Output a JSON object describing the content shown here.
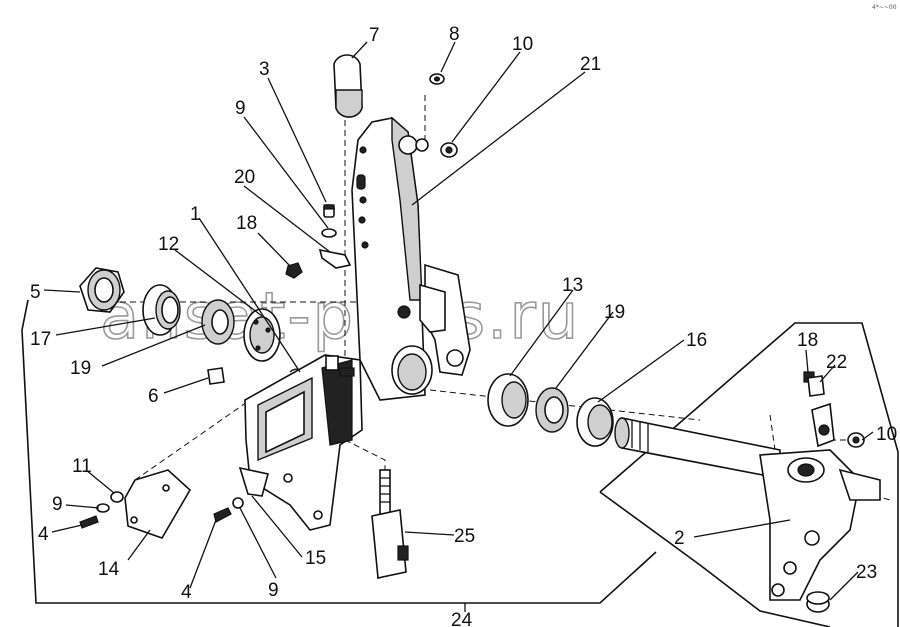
{
  "watermark": "ansat-parts.ru",
  "corner_ref": "4*~~00",
  "callouts": [
    {
      "id": "c7",
      "text": "7"
    },
    {
      "id": "c8",
      "text": "8"
    },
    {
      "id": "c10a",
      "text": "10"
    },
    {
      "id": "c21",
      "text": "21"
    },
    {
      "id": "c3",
      "text": "3"
    },
    {
      "id": "c9a",
      "text": "9"
    },
    {
      "id": "c20",
      "text": "20"
    },
    {
      "id": "c1",
      "text": "1"
    },
    {
      "id": "c18a",
      "text": "18"
    },
    {
      "id": "c12",
      "text": "12"
    },
    {
      "id": "c5",
      "text": "5"
    },
    {
      "id": "c17",
      "text": "17"
    },
    {
      "id": "c19a",
      "text": "19"
    },
    {
      "id": "c6",
      "text": "6"
    },
    {
      "id": "c13",
      "text": "13"
    },
    {
      "id": "c19b",
      "text": "19"
    },
    {
      "id": "c16",
      "text": "16"
    },
    {
      "id": "c18b",
      "text": "18"
    },
    {
      "id": "c22",
      "text": "22"
    },
    {
      "id": "c10b",
      "text": "10"
    },
    {
      "id": "c11",
      "text": "11"
    },
    {
      "id": "c9b",
      "text": "9"
    },
    {
      "id": "c4a",
      "text": "4"
    },
    {
      "id": "c14",
      "text": "14"
    },
    {
      "id": "c4b",
      "text": "4"
    },
    {
      "id": "c9c",
      "text": "9"
    },
    {
      "id": "c15",
      "text": "15"
    },
    {
      "id": "c25",
      "text": "25"
    },
    {
      "id": "c2",
      "text": "2"
    },
    {
      "id": "c23",
      "text": "23"
    },
    {
      "id": "c24",
      "text": "24"
    }
  ]
}
